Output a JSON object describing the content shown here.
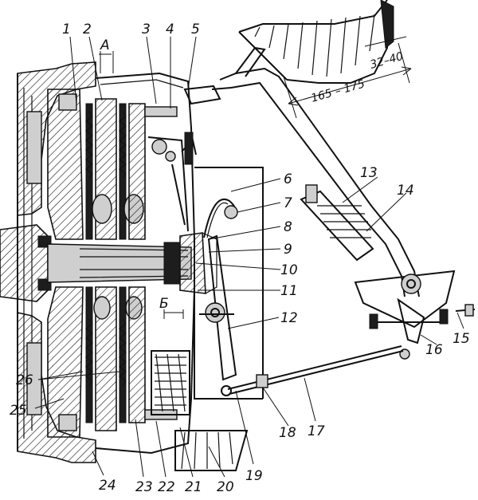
{
  "labels": {
    "l1": "1",
    "l2": "2",
    "lA": "А",
    "l3": "3",
    "l4": "4",
    "l5": "5",
    "l6": "6",
    "l7": "7",
    "l8": "8",
    "l9": "9",
    "l10": "10",
    "l11": "11",
    "lB": "Б",
    "l12": "12",
    "l13": "13",
    "l14": "14",
    "l15": "15",
    "l16": "16",
    "l17": "17",
    "l18": "18",
    "l19": "19",
    "l20": "20",
    "l21": "21",
    "l22": "22",
    "l23": "23",
    "l24": "24",
    "l25": "25",
    "l26": "26"
  },
  "dimensions": {
    "pedal_travel": "165 – 175",
    "free_travel": "32–40"
  }
}
